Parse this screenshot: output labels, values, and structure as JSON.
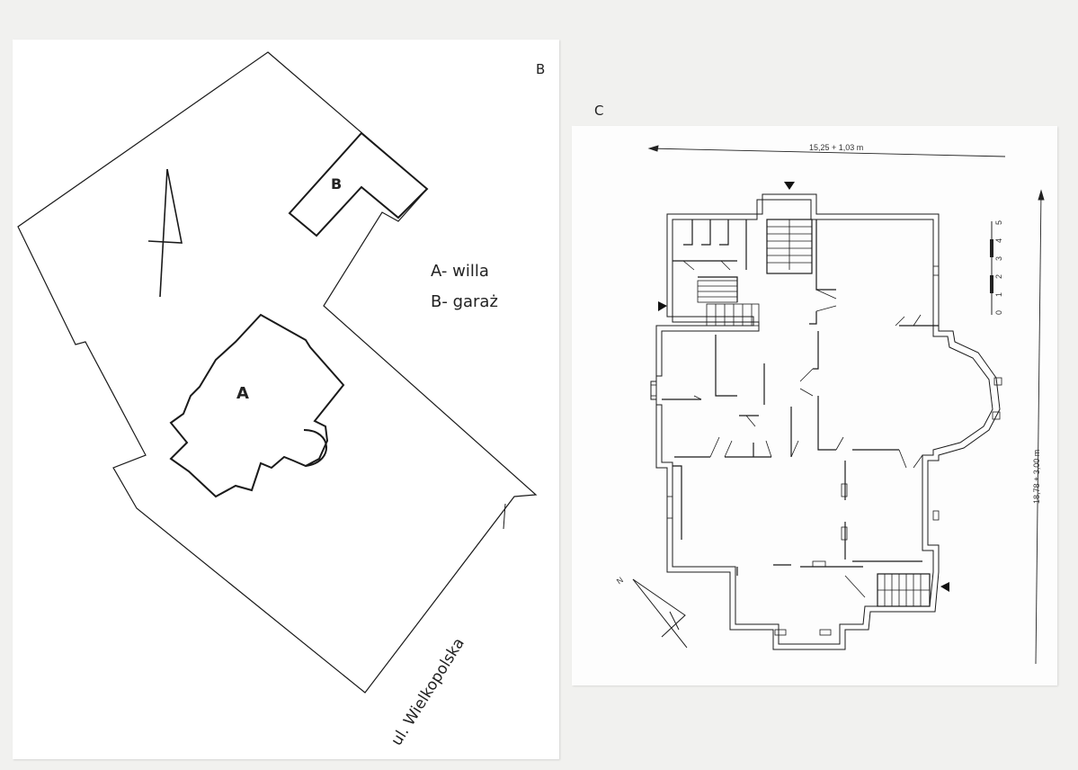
{
  "sheet_b": {
    "sheet_letter": "B",
    "building_a_label": "A",
    "building_b_label": "B",
    "legend": [
      {
        "key": "A",
        "text": "A- willa"
      },
      {
        "key": "B",
        "text": "B- garaż"
      }
    ],
    "street_label": "ul. Wielkopolska"
  },
  "sheet_c": {
    "sheet_letter": "C",
    "width_dimension": "15,25 + 1,03 m",
    "height_dimension": "18,78 + 3,00 m",
    "north_label": "N",
    "scale_ticks": [
      "0",
      "1",
      "2",
      "3",
      "4",
      "5"
    ]
  },
  "colors": {
    "line": "#1a1a1a",
    "paper": "#ffffff",
    "background": "#f1f1ef"
  }
}
